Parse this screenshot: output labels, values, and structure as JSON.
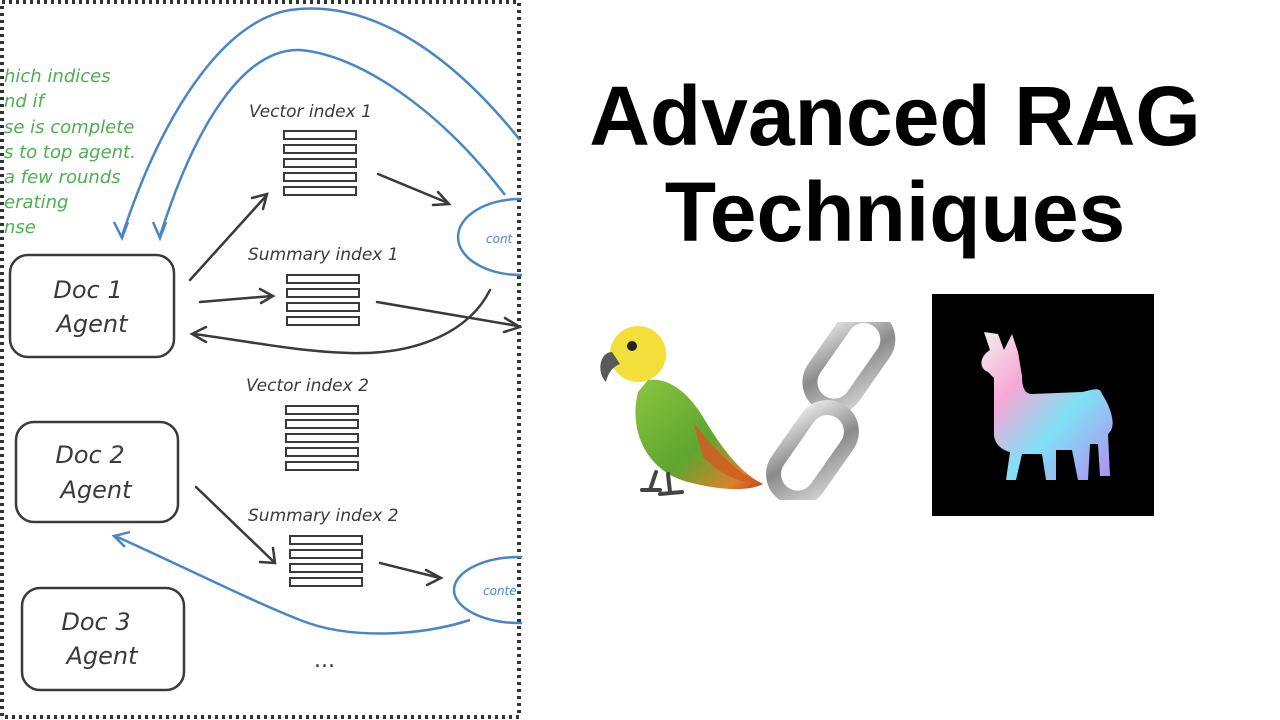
{
  "title": {
    "line1": "Advanced RAG",
    "line2": "Techniques"
  },
  "diagram": {
    "note_lines": [
      "hich indices",
      "nd if",
      "se is complete",
      "s to top agent.",
      "a few rounds",
      "erating",
      "nse"
    ],
    "agents": [
      {
        "line1": "Doc 1",
        "line2": "Agent"
      },
      {
        "line1": "Doc 2",
        "line2": "Agent"
      },
      {
        "line1": "Doc 3",
        "line2": "Agent"
      }
    ],
    "index_labels": [
      "Vector index 1",
      "Summary index 1",
      "Vector index 2",
      "Summary index 2"
    ],
    "context_labels": [
      "cont",
      "conte"
    ],
    "ellipsis": "..."
  },
  "colors": {
    "note_green": "#4caf50",
    "arrow_blue": "#4a86c5",
    "sketch_dark": "#3a3a3a",
    "frame_dots": "#333333",
    "title": "#000000"
  },
  "logos": [
    "parrot-emoji",
    "link-chain-emoji",
    "llama-logo"
  ]
}
